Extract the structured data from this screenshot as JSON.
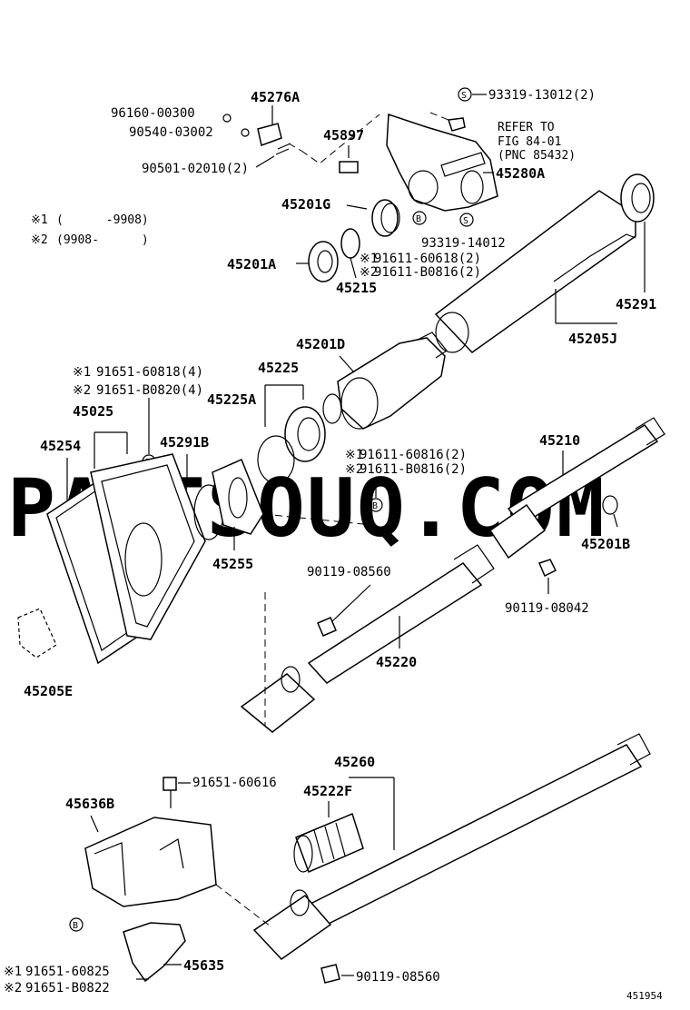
{
  "watermark": "PARTSOUQ.COM",
  "figure_id": "451954",
  "legend": [
    {
      "mark": "※1",
      "range": "(      -9908)"
    },
    {
      "mark": "※2",
      "range": "(9908-      )"
    }
  ],
  "refer_note": {
    "part": "93319-13012(2)",
    "line1": "REFER TO",
    "line2": "FIG 84-01",
    "line3": "(PNC 85432)"
  },
  "labels": {
    "p45276A": "45276A",
    "p96160": "96160-00300",
    "p90540": "90540-03002",
    "p90501": "90501-02010(2)",
    "p45897": "45897",
    "p45280A": "45280A",
    "p45201G": "45201G",
    "p93319_14012": "93319-14012",
    "p91611_60618": "91611-60618(2)",
    "p91611_B0816a": "91611-B0816(2)",
    "p45201A": "45201A",
    "p45215": "45215",
    "p45291": "45291",
    "p45205J": "45205J",
    "p45201D": "45201D",
    "p45225": "45225",
    "p45225A": "45225A",
    "p91651_60818": "91651-60818(4)",
    "p91651_B0820": "91651-B0820(4)",
    "p45025": "45025",
    "p45254": "45254",
    "p45291B": "45291B",
    "p91611_60816": "91611-60816(2)",
    "p91611_B0816b": "91611-B0816(2)",
    "p45210": "45210",
    "p45255": "45255",
    "p45201B": "45201B",
    "p90119_08560a": "90119-08560",
    "p90119_08042": "90119-08042",
    "p45205E": "45205E",
    "p45220": "45220",
    "p45260": "45260",
    "p91651_60616": "91651-60616",
    "p45222F": "45222F",
    "p45636B": "45636B",
    "p91651_60825": "91651-60825",
    "p91651_B0822": "91651-B0822",
    "p45635": "45635",
    "p90119_08560b": "90119-08560"
  },
  "marks": {
    "star1": "※1",
    "star2": "※2",
    "s_circle": "S",
    "b_circle": "B"
  }
}
